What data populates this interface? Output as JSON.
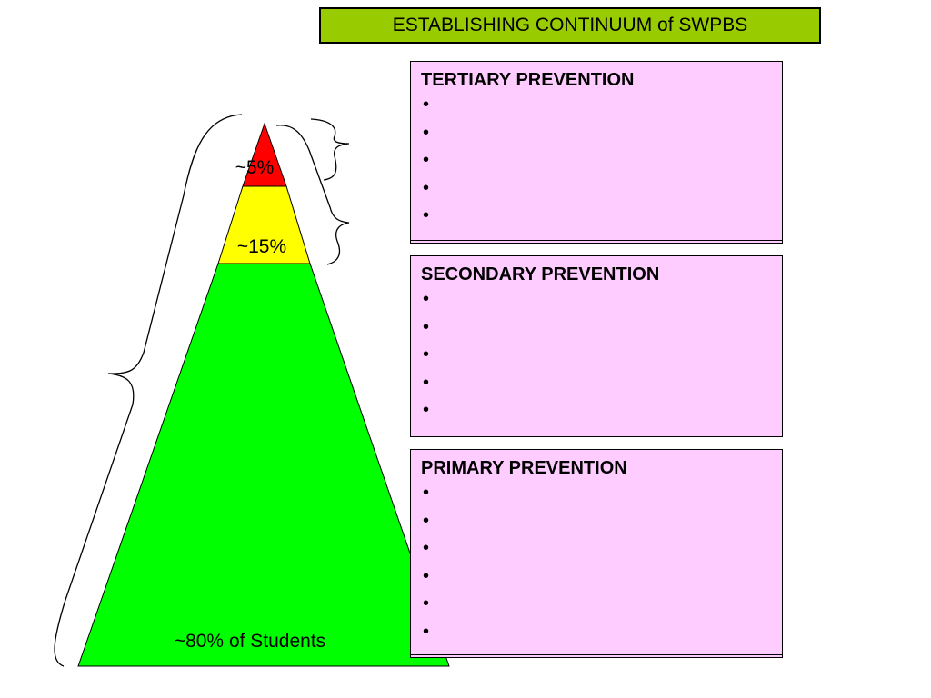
{
  "title": "ESTABLISHING CONTINUUM of SWPBS",
  "pyramid": {
    "tiers": [
      {
        "label": "~5%",
        "color": "#ff0000",
        "level": "tertiary"
      },
      {
        "label": "~15%",
        "color": "#ffff00",
        "level": "secondary"
      },
      {
        "label": "~80% of Students",
        "color": "#00ff00",
        "level": "primary"
      }
    ]
  },
  "panels": [
    {
      "heading": "TERTIARY PREVENTION",
      "bullets": [
        "",
        "",
        "",
        "",
        ""
      ]
    },
    {
      "heading": "SECONDARY PREVENTION",
      "bullets": [
        "",
        "",
        "",
        "",
        ""
      ]
    },
    {
      "heading": "PRIMARY PREVENTION",
      "bullets": [
        "",
        "",
        "",
        "",
        "",
        ""
      ]
    }
  ],
  "colors": {
    "title_background": "#99cc00",
    "panel_background": "#ffccff"
  }
}
